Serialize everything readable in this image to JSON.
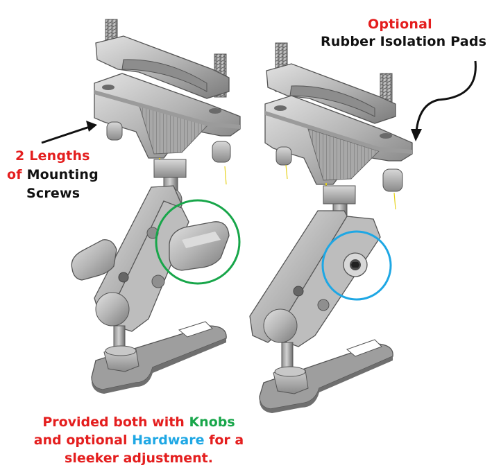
{
  "colors": {
    "accent_red": "#e41e1e",
    "knob_circle_green": "#18a64a",
    "hardware_circle_blue": "#1ea7e4",
    "metal_light": "#c9c9c9",
    "metal_mid": "#a5a5a5",
    "metal_dark": "#6f6f6f"
  },
  "callouts": {
    "pads": {
      "optional": "Optional",
      "text": "Rubber Isolation Pads",
      "icon": "curved-arrow-icon"
    },
    "screws": {
      "line1_number": "2",
      "line1_word": "Lengths",
      "line2_prefix": "of",
      "line2_word": "Mounting",
      "line3": "Screws",
      "icon": "arrow-icon"
    }
  },
  "footer": {
    "l1_red": "Provided both with",
    "l1_green": "Knobs",
    "l2_red_a": "and optional",
    "l2_blue": "Hardware",
    "l2_red_b": "for a",
    "l3_red": "sleeker adjustment."
  },
  "figures": {
    "left": "mount-with-knobs",
    "right": "mount-with-hardware"
  }
}
